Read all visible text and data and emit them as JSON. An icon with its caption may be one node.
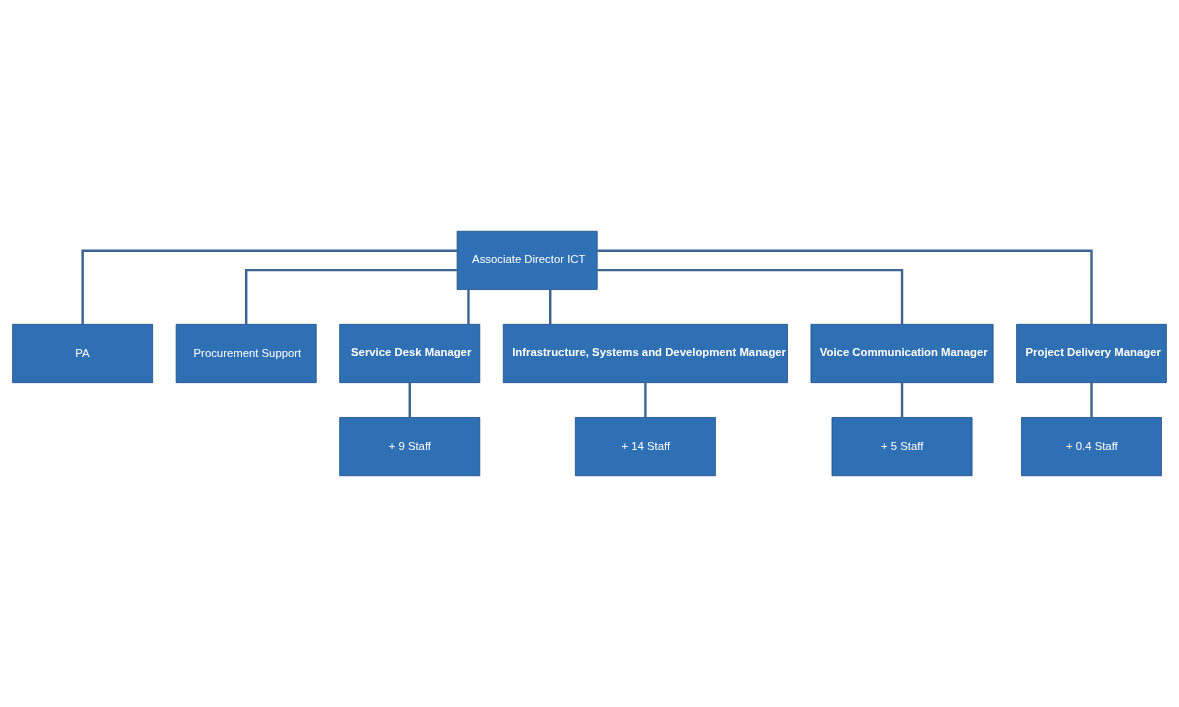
{
  "diagram": {
    "nodes": [
      {
        "text": [
          "Associate Director ICT"
        ]
      },
      {
        "text": [
          "PA"
        ]
      },
      {
        "text": [
          "Procurement Support"
        ]
      },
      {
        "text": [
          "Service Desk Manager"
        ]
      },
      {
        "text": [
          "Infrastructure, Systems and Development Manager"
        ]
      },
      {
        "text": [
          "Voice Communication Manager"
        ]
      },
      {
        "text": [
          "Project Delivery Manager"
        ]
      },
      {
        "text": [
          "+ 9 Staff"
        ]
      },
      {
        "text": [
          "+ 14 Staff"
        ]
      },
      {
        "text": [
          "+ 5 Staff"
        ]
      },
      {
        "text": [
          "+ 0.4 Staff"
        ]
      }
    ],
    "edges": [
      {
        "from": 0,
        "to": 1,
        "arrow": "none"
      },
      {
        "from": 0,
        "to": 2,
        "arrow": "none"
      },
      {
        "from": 0,
        "to": 3,
        "arrow": "none"
      },
      {
        "from": 0,
        "to": 4,
        "arrow": "none"
      },
      {
        "from": 0,
        "to": 5,
        "arrow": "none"
      },
      {
        "from": 0,
        "to": 6,
        "arrow": "none"
      },
      {
        "from": 3,
        "to": 7,
        "arrow": "none"
      },
      {
        "from": 4,
        "to": 8,
        "arrow": "none"
      },
      {
        "from": 5,
        "to": 9,
        "arrow": "none"
      },
      {
        "from": 6,
        "to": 10,
        "arrow": "none"
      }
    ]
  }
}
